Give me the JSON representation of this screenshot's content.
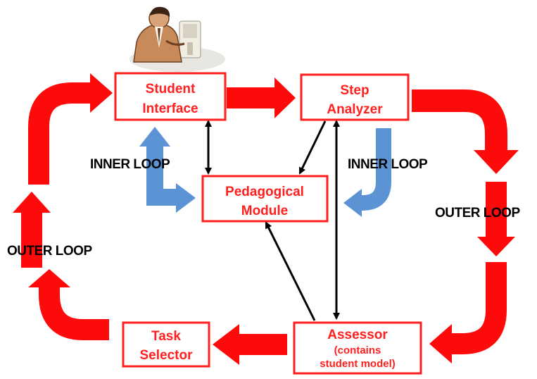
{
  "colors": {
    "outer_loop": "#ff0a0a",
    "inner_loop": "#5b93d5",
    "box_border": "#ff1f1f",
    "box_text": "#ff1f1f",
    "connector": "#000000"
  },
  "icons": {
    "user": "person-at-computer-icon"
  },
  "boxes": {
    "student_interface": {
      "line1": "Student",
      "line2": "Interface"
    },
    "step_analyzer": {
      "line1": "Step",
      "line2": "Analyzer"
    },
    "pedagogical_module": {
      "line1": "Pedagogical",
      "line2": "Module"
    },
    "task_selector": {
      "line1": "Task",
      "line2": "Selector"
    },
    "assessor": {
      "line1": "Assessor",
      "line2": "(contains",
      "line3": "student model)"
    }
  },
  "labels": {
    "inner_loop_left": "INNER LOOP",
    "inner_loop_right": "INNER LOOP",
    "outer_loop_left": "OUTER LOOP",
    "outer_loop_right": "OUTER LOOP"
  }
}
